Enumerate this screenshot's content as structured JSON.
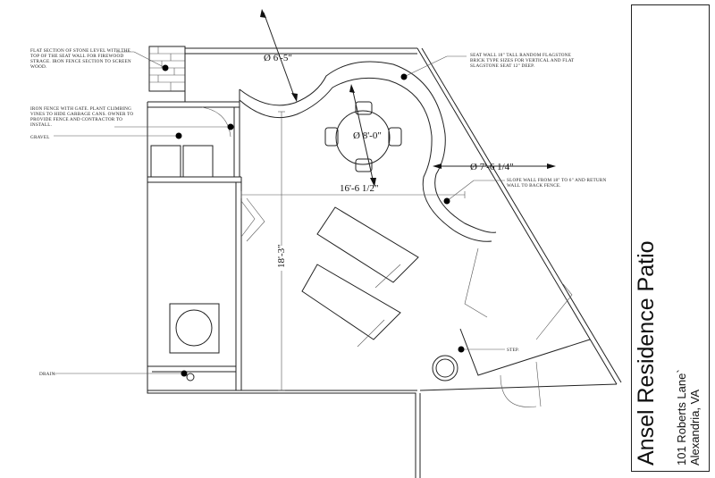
{
  "title_block": {
    "title": "Ansel Residence Patio",
    "address_line1": "101 Roberts Lane`",
    "address_line2": "Alexandria, VA"
  },
  "dimensions": {
    "dia_6_5": "Ø 6'-5\"",
    "dia_8_0": "Ø 8'-0\"",
    "dia_7_6": "Ø 7'-6 1/4\"",
    "len_16_6": "16'-6 1/2\"",
    "len_18_3": "18'-3\""
  },
  "notes": {
    "flat_stone": [
      "FLAT SECTION OF STONE LEVEL WITH THE",
      "TOP OF THE SEAT WALL FOR FIREWOOD",
      "STRAGE. IRON FENCE SECTION TO SCREEN",
      "WOOD."
    ],
    "iron_fence": [
      "IRON FENCE WITH GATE. PLANT CLIMBING",
      "VINES TO HIDE GARBAGE CANS. OWNER TO",
      "PROVIDE FENCE AND CONTRACTOR TO",
      "INSTALL."
    ],
    "gravel": [
      "GRAVEL"
    ],
    "seat_wall": [
      "SEAT WALL 18\" TALL RANDOM FLAGSTONE",
      "BRICK TYPE SIZES FOR VERTICAL AND FLAT",
      "SLAGSTONE SEAT 12\" DEEP."
    ],
    "slope_wall": [
      "SLOPE WALL FROM 18\" TO 6\" AND RETURN",
      "WALL TO BACK FENCE."
    ],
    "step": [
      "STEP."
    ],
    "drain": [
      "DRAIN."
    ]
  }
}
